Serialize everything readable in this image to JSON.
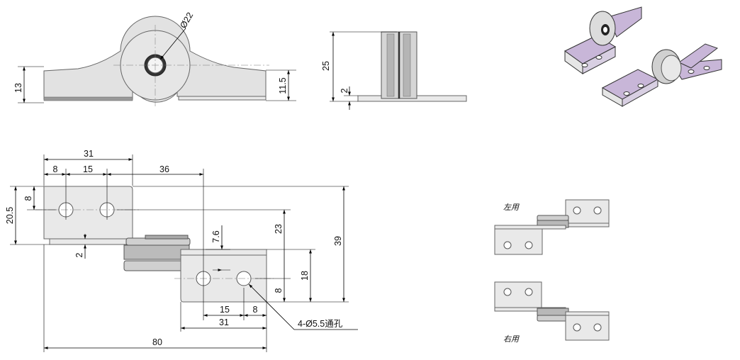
{
  "front_view": {
    "dia_pin": "Ø22",
    "height_left": "13",
    "height_right": "11.5"
  },
  "side_view": {
    "height": "25",
    "thickness": "2"
  },
  "top_view": {
    "d31_top": "31",
    "d8_top": "8",
    "d15_top": "15",
    "d36": "36",
    "d8_left": "8",
    "d20_5": "20.5",
    "d2": "2",
    "d7_6": "7.6",
    "d23": "23",
    "d39": "39",
    "d18": "18",
    "d8_right": "8",
    "d15_bottom": "15",
    "d8_bottom": "8",
    "d31_bottom": "31",
    "d80": "80",
    "hole_note": "4-Ø5.5通孔"
  },
  "variants": {
    "left_label": "左用",
    "right_label": "右用"
  },
  "colors": {
    "iso_plate": "#c8b6d8",
    "iso_outline": "#333333"
  }
}
